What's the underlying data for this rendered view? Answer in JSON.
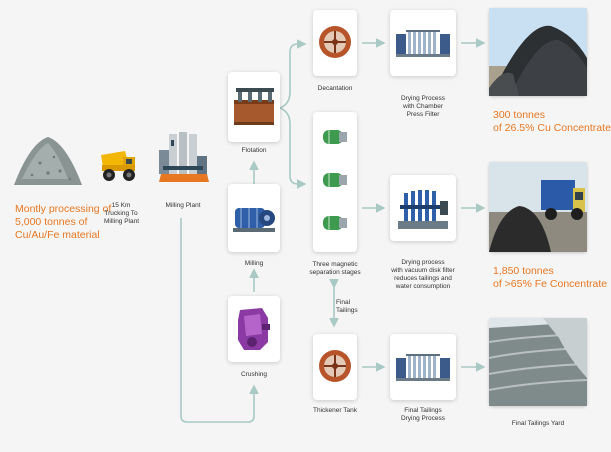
{
  "source": {
    "text_line1": "Montly processing of",
    "text_line2": "5,000 tonnes of",
    "text_line3": "Cu/Au/Fe material"
  },
  "trucking": {
    "line1": "15 Km",
    "line2": "Trucking To",
    "line3": "Milling Plant"
  },
  "milling_plant": {
    "label": "Milling Plant"
  },
  "stages": {
    "flotation": "Flotation",
    "milling": "Milling",
    "crushing": "Crushing",
    "decantation": "Decantation",
    "magnetic_line1": "Three magnetic",
    "magnetic_line2": "separation stages",
    "final_tailings_line1": "Final",
    "final_tailings_line2": "Tailings",
    "thickener": "Thickener Tank"
  },
  "drying": {
    "chamber_line1": "Drying Process",
    "chamber_line2": "with Chamber",
    "chamber_line3": "Press Filter",
    "vacuum_line1": "Drying process",
    "vacuum_line2": "with vacuum disk filter",
    "vacuum_line3": "reduces tailings and",
    "vacuum_line4": "water consumption",
    "tailings_line1": "Final Tailings",
    "tailings_line2": "Drying Process"
  },
  "outputs": {
    "cu_line1": "300 tonnes",
    "cu_line2": "of 26.5% Cu Concentrate",
    "fe_line1": "1,850 tonnes",
    "fe_line2": "of >65% Fe Concentrate",
    "yard": "Final Tailings Yard"
  },
  "colors": {
    "accent": "#e87722",
    "connector": "#a8c9c4",
    "text": "#333333"
  }
}
